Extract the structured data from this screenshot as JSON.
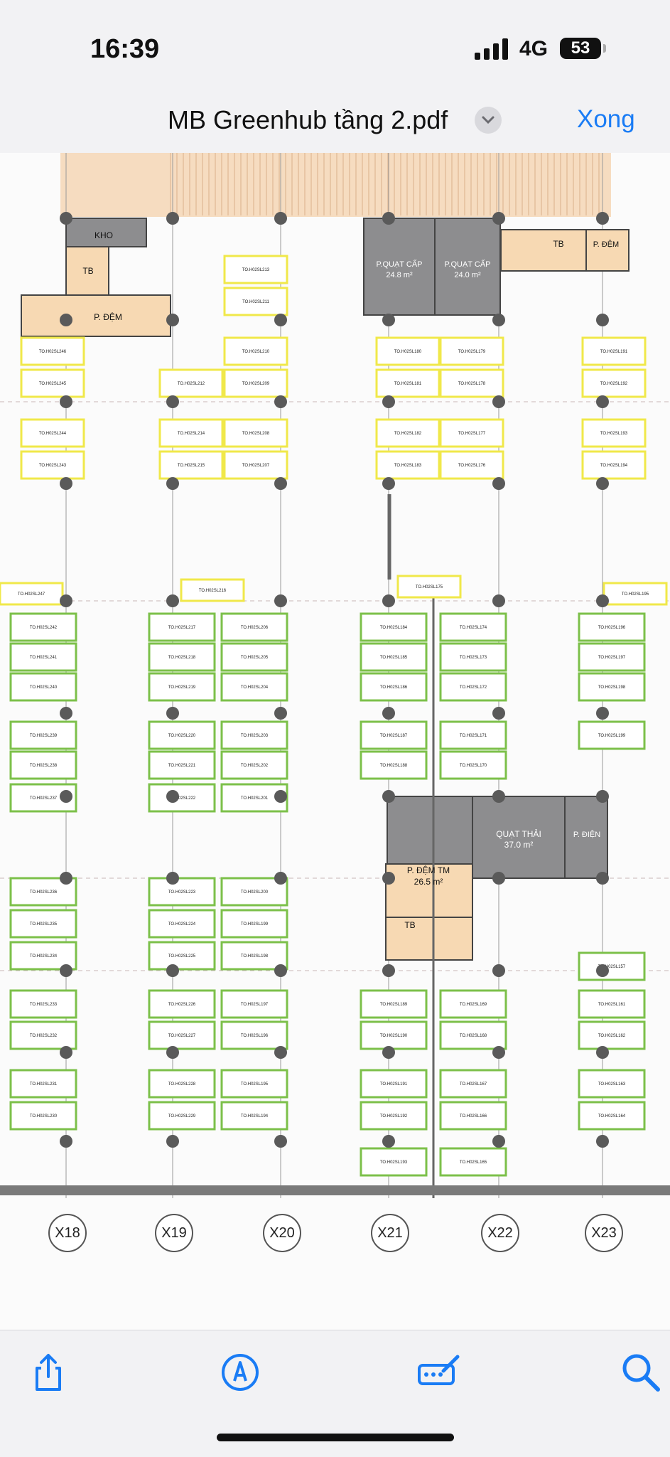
{
  "status": {
    "time": "16:39",
    "network": "4G",
    "battery": "53"
  },
  "nav": {
    "title": "MB Greenhub tầng 2.pdf",
    "done_label": "Xong"
  },
  "plan": {
    "rooms": {
      "kho": "KHO",
      "tb": "TB",
      "p_dem": "P. ĐỆM",
      "quat_cap_1": "P.QUẠT CẤP",
      "quat_cap_1_area": "24.8 m²",
      "quat_cap_2": "P.QUẠT CẤP",
      "quat_cap_2_area": "24.0 m²",
      "p_dem_right": "P. ĐỆM",
      "tb_right": "TB",
      "quat_thai": "QUẠT THẢI",
      "quat_thai_area": "37.0 m²",
      "p_dien": "P. ĐIỆN",
      "p_dem_tm": "P. ĐỆM TM",
      "p_dem_tm_area": "26.5 m²",
      "tb_center": "TB"
    },
    "slots": [
      "TO.H02SL213",
      "TO.H02SL211",
      "TO.H02SL210",
      "TO.H02SL209",
      "TO.H02SL208",
      "TO.H02SL207",
      "TO.H02SL212",
      "TO.H02SL214",
      "TO.H02SL215",
      "TO.H02SL246",
      "TO.H02SL245",
      "TO.H02SL244",
      "TO.H02SL243",
      "TO.H02SL180",
      "TO.H02SL181",
      "TO.H02SL182",
      "TO.H02SL183",
      "TO.H02SL179",
      "TO.H02SL178",
      "TO.H02SL177",
      "TO.H02SL176",
      "TO.H02SL191",
      "TO.H02SL192",
      "TO.H02SL193",
      "TO.H02SL194",
      "TO.H02SL247",
      "TO.H02SL216",
      "TO.H02SL175",
      "TO.H02SL195",
      "TO.H02SL242",
      "TO.H02SL241",
      "TO.H02SL240",
      "TO.H02SL239",
      "TO.H02SL238",
      "TO.H02SL237",
      "TO.H02SL217",
      "TO.H02SL218",
      "TO.H02SL219",
      "TO.H02SL220",
      "TO.H02SL221",
      "TO.H02SL222",
      "TO.H02SL206",
      "TO.H02SL205",
      "TO.H02SL204",
      "TO.H02SL203",
      "TO.H02SL202",
      "TO.H02SL201",
      "TO.H02SL184",
      "TO.H02SL185",
      "TO.H02SL186",
      "TO.H02SL187",
      "TO.H02SL188",
      "TO.H02SL174",
      "TO.H02SL173",
      "TO.H02SL172",
      "TO.H02SL171",
      "TO.H02SL170",
      "TO.H02SL196",
      "TO.H02SL197",
      "TO.H02SL198",
      "TO.H02SL199",
      "TO.H02SL236",
      "TO.H02SL235",
      "TO.H02SL234",
      "TO.H02SL233",
      "TO.H02SL232",
      "TO.H02SL231",
      "TO.H02SL230",
      "TO.H02SL223",
      "TO.H02SL224",
      "TO.H02SL225",
      "TO.H02SL226",
      "TO.H02SL227",
      "TO.H02SL228",
      "TO.H02SL229",
      "TO.H02SL200",
      "TO.H02SL199",
      "TO.H02SL198",
      "TO.H02SL197",
      "TO.H02SL196",
      "TO.H02SL195",
      "TO.H02SL194",
      "TO.H02SL189",
      "TO.H02SL190",
      "TO.H02SL191",
      "TO.H02SL192",
      "TO.H02SL193",
      "TO.H02SL169",
      "TO.H02SL168",
      "TO.H02SL167",
      "TO.H02SL166",
      "TO.H02SL165",
      "TO.H02SL161",
      "TO.H02SL162",
      "TO.H02SL163",
      "TO.H02SL164",
      "TO.H02SL157"
    ],
    "axes": [
      "X18",
      "X19",
      "X20",
      "X21",
      "X22",
      "X23"
    ]
  },
  "toolbar": {
    "share": "share-icon",
    "markup": "markup-icon",
    "annotate": "annotate-icon",
    "search": "search-icon"
  },
  "colors": {
    "accent": "#1a7cf5",
    "yellow_slot": "#f0e84a",
    "green_slot": "#7cc04a",
    "room_orange": "#f7d9b3",
    "room_grey": "#8d8d8f"
  }
}
